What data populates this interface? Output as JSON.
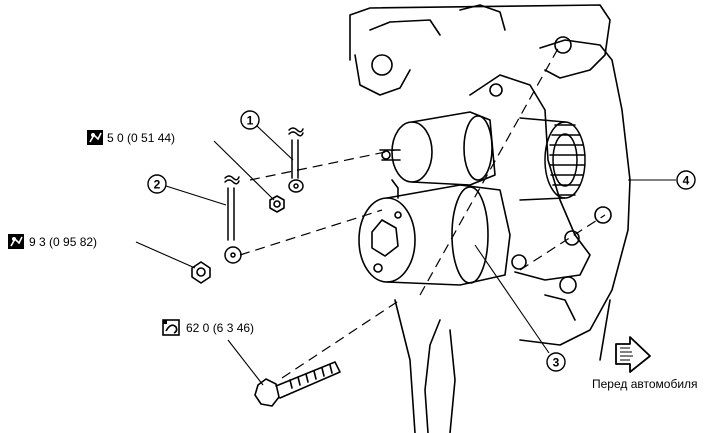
{
  "callouts": {
    "c1": "1",
    "c2": "2",
    "c3": "3",
    "c4": "4"
  },
  "torques": {
    "t1": "5 0 (0 51  44)",
    "t2": "9 3 (0 95  82)",
    "t3": "62 0 (6 3  46)"
  },
  "front_label": "Перед автомобиля",
  "icons": {
    "torque_wrench": "torque-wrench-icon",
    "torque_special": "torque-wrench-alt-icon",
    "front_arrow": "vehicle-front-arrow-icon"
  }
}
